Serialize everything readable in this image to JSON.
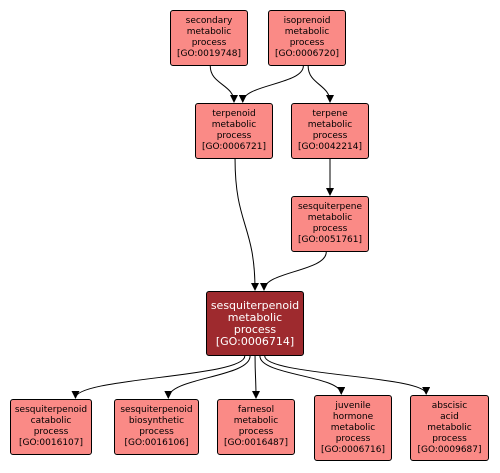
{
  "nodes": {
    "secondary": {
      "lines": [
        "secondary",
        "metabolic",
        "process",
        "[GO:0019748]"
      ]
    },
    "isoprenoid": {
      "lines": [
        "isoprenoid",
        "metabolic",
        "process",
        "[GO:0006720]"
      ]
    },
    "terpenoid": {
      "lines": [
        "terpenoid",
        "metabolic",
        "process",
        "[GO:0006721]"
      ]
    },
    "terpene": {
      "lines": [
        "terpene",
        "metabolic",
        "process",
        "[GO:0042214]"
      ]
    },
    "sesquiterpene": {
      "lines": [
        "sesquiterpene",
        "metabolic",
        "process",
        "[GO:0051761]"
      ]
    },
    "sesquiterpenoid": {
      "lines": [
        "sesquiterpenoid",
        "metabolic",
        "process",
        "[GO:0006714]"
      ]
    },
    "catabolic": {
      "lines": [
        "sesquiterpenoid",
        "catabolic",
        "process",
        "[GO:0016107]"
      ]
    },
    "biosynthetic": {
      "lines": [
        "sesquiterpenoid",
        "biosynthetic",
        "process",
        "[GO:0016106]"
      ]
    },
    "farnesol": {
      "lines": [
        "farnesol",
        "metabolic",
        "process",
        "[GO:0016487]"
      ]
    },
    "juvenile": {
      "lines": [
        "juvenile",
        "hormone",
        "metabolic",
        "process",
        "[GO:0006716]"
      ]
    },
    "abscisic": {
      "lines": [
        "abscisic",
        "acid",
        "metabolic",
        "process",
        "[GO:0009687]"
      ]
    }
  },
  "edges": [
    [
      "secondary",
      "terpenoid"
    ],
    [
      "isoprenoid",
      "terpenoid"
    ],
    [
      "isoprenoid",
      "terpene"
    ],
    [
      "terpene",
      "sesquiterpene"
    ],
    [
      "terpenoid",
      "sesquiterpenoid"
    ],
    [
      "sesquiterpene",
      "sesquiterpenoid"
    ],
    [
      "sesquiterpenoid",
      "catabolic"
    ],
    [
      "sesquiterpenoid",
      "biosynthetic"
    ],
    [
      "sesquiterpenoid",
      "farnesol"
    ],
    [
      "sesquiterpenoid",
      "juvenile"
    ],
    [
      "sesquiterpenoid",
      "abscisic"
    ]
  ],
  "colors": {
    "node_fill": "#fa8a86",
    "focus_fill": "#9e2a2e",
    "focus_text": "#ffffff",
    "edge": "#000000"
  }
}
